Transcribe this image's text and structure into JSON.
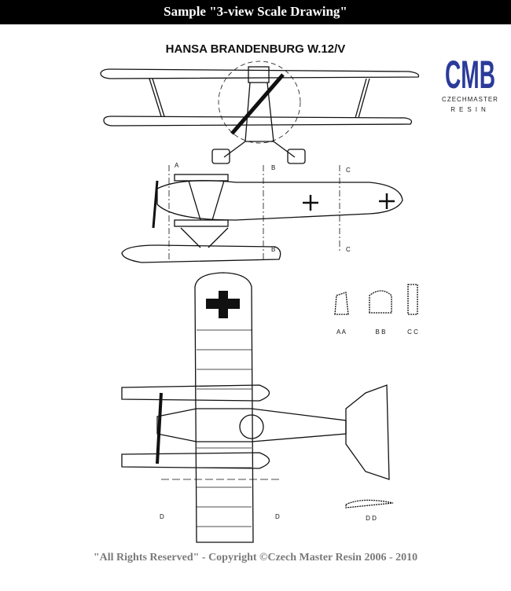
{
  "header": {
    "title": "Sample \"3-view Scale Drawing\""
  },
  "drawing": {
    "title": "HANSA BRANDENBURG W.12/V",
    "logo": {
      "letters": "CMB",
      "line1": "CZECHMASTER",
      "line2": "RESIN",
      "color": "#2b3a9a"
    },
    "section_marks": {
      "a": "A",
      "b": "B",
      "c": "C",
      "d": "D"
    },
    "sections": {
      "aa": "A A",
      "bb": "B B",
      "cc": "C C",
      "dd": "D D"
    }
  },
  "footer": {
    "copyright": "\"All Rights Reserved\" - Copyright ©Czech Master Resin 2006 - 2010"
  }
}
